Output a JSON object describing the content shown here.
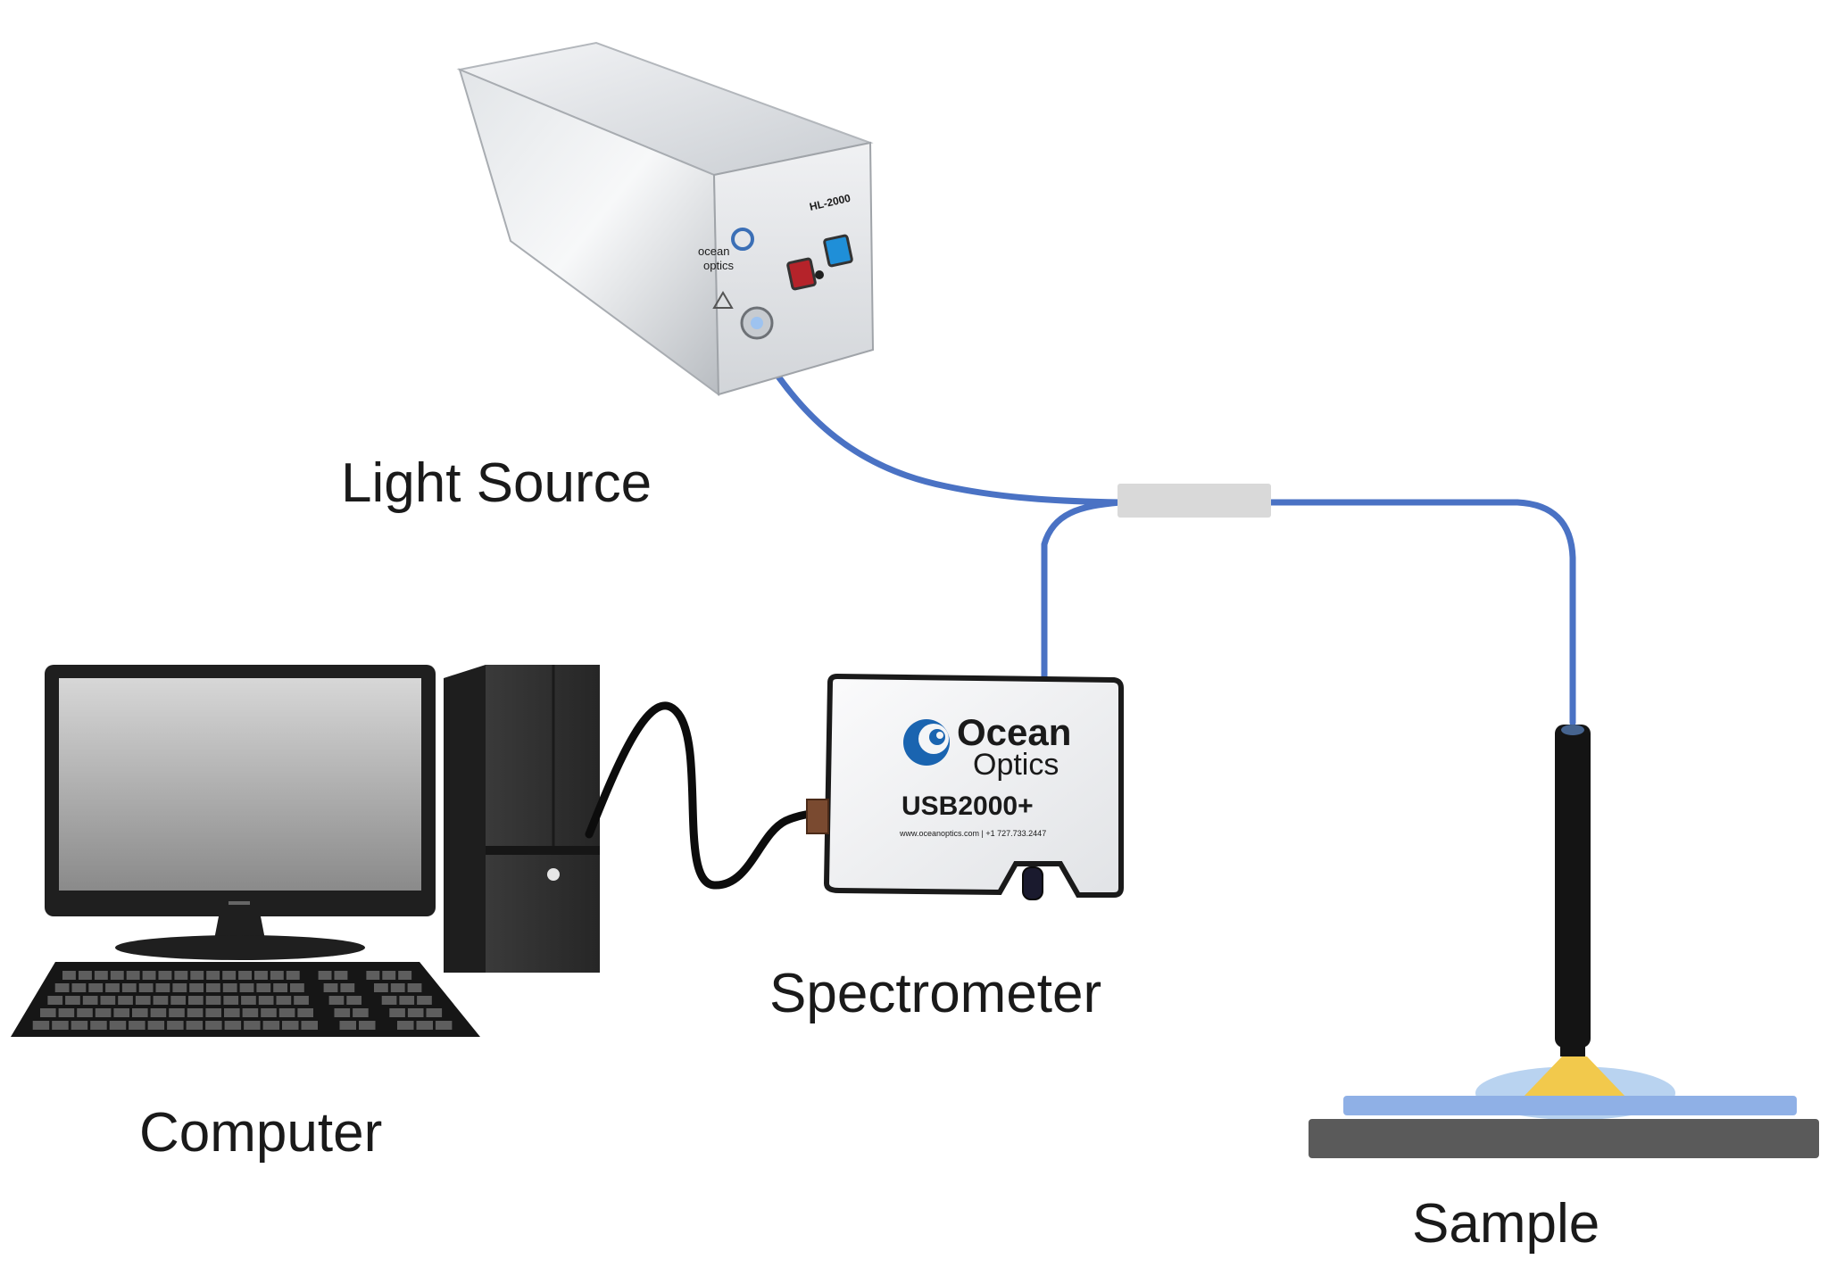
{
  "labels": {
    "light_source": "Light Source",
    "spectrometer": "Spectrometer",
    "computer": "Computer",
    "sample": "Sample"
  },
  "spectrometer_device": {
    "brand_line1": "Ocean",
    "brand_line2": "Optics",
    "model": "USB2000+",
    "web_text": "www.oceanoptics.com | +1 727.733.2447"
  },
  "light_source_device": {
    "brand_line1": "ocean",
    "brand_line2": "optics",
    "model_tag": "HL-2000"
  },
  "colors": {
    "fiber": "#4a72c4",
    "fiber_dark": "#2f56a8",
    "splitter": "#d9d9d9",
    "probe": "#141414",
    "stage": "#5a5a5a",
    "substrate": "#8fb0e6",
    "sample_spot": "#f2c94c",
    "sample_halo": "#b9d3f0",
    "usb_cable": "#0c0c0c",
    "metal": "#cfd3d8"
  }
}
